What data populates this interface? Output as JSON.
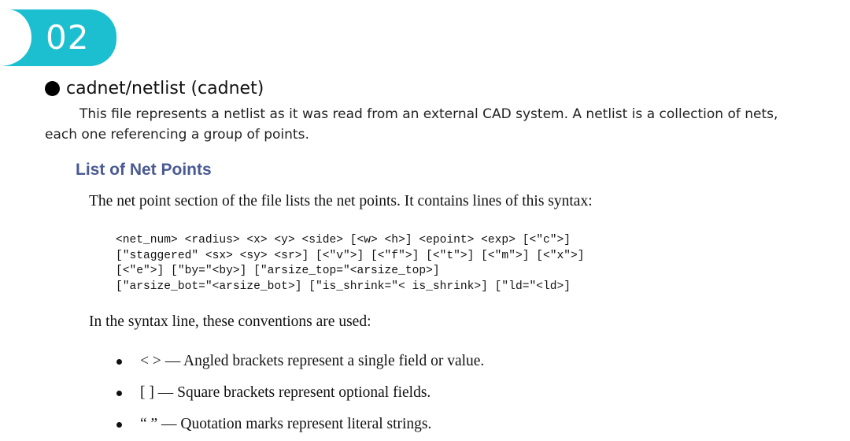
{
  "badge": {
    "number": "02",
    "color": "#1cbfd0"
  },
  "heading": {
    "text": "cadnet/netlist (cadnet)"
  },
  "intro": {
    "line1": "This file represents a netlist as it was read from an external CAD system. A netlist is a collection of nets,",
    "line2": "each one referencing a group of points."
  },
  "section": {
    "title": "List of Net Points",
    "title_color": "#4a5a92",
    "paragraph1": "The net point section of the file lists the net points. It contains lines of this syntax:",
    "syntax_lines": [
      "<net_num> <radius> <x> <y> <side> [<w> <h>] <epoint> <exp> [<\"c\">]",
      "[\"staggered\" <sx> <sy> <sr>] [<\"v\">] [<\"f\">] [<\"t\">] [<\"m\">] [<\"x\">]",
      "[<\"e\">] [\"by=\"<by>] [\"arsize_top=\"<arsize_top>]",
      "[\"arsize_bot=\"<arsize_bot>] [\"is_shrink=\"< is_shrink>] [\"ld=\"<ld>]"
    ],
    "paragraph2": "In the syntax line, these conventions are used:",
    "conventions": [
      "< > — Angled brackets represent a single field or value.",
      "[ ] — Square brackets represent optional fields.",
      "“ ” — Quotation marks represent literal strings."
    ]
  }
}
